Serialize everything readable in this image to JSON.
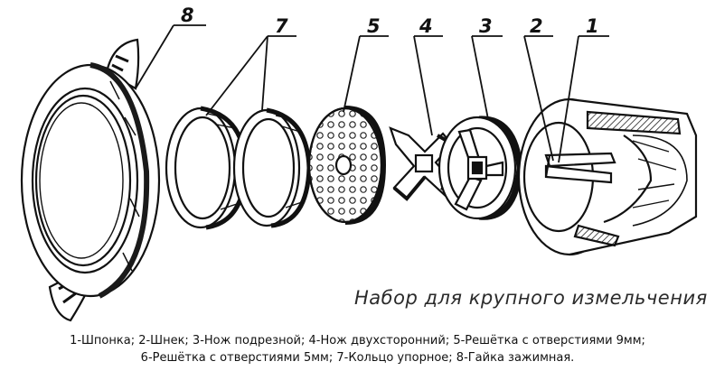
{
  "parts": [
    {
      "number": "1",
      "name": "Шпонка"
    },
    {
      "number": "2",
      "name": "Шнек"
    },
    {
      "number": "3",
      "name": "Нож подрезной"
    },
    {
      "number": "4",
      "name": "Нож двухсторонний"
    },
    {
      "number": "5",
      "name": "Решётка с отверстиями 9мм"
    },
    {
      "number": "6",
      "name": "Решётка с отверстиями 5мм"
    },
    {
      "number": "7",
      "name": "Кольцо упорное"
    },
    {
      "number": "8",
      "name": "Гайка зажимная"
    }
  ],
  "labels": {
    "p1": "1",
    "p2": "2",
    "p3": "3",
    "p4": "4",
    "p5": "5",
    "p7": "7",
    "p8": "8"
  },
  "title": "Набор для крупного измельчения",
  "caption": {
    "line1": "1-Шпонка; 2-Шнек; 3-Нож подрезной; 4-Нож двухсторонний; 5-Решётка с отверстиями 9мм;",
    "line2": "6-Решётка с отверстиями 5мм; 7-Кольцо упорное; 8-Гайка зажимная."
  }
}
